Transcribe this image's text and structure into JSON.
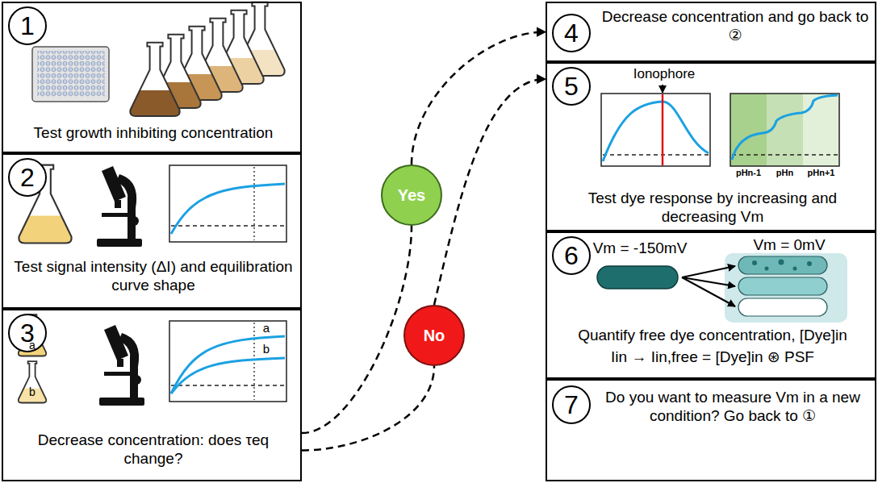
{
  "diagram": {
    "nodes": [
      {
        "text": [
          "1",
          "Test growth inhibiting concentration"
        ]
      },
      {
        "text": [
          "2",
          "Test signal intensity (ΔI) and equilibration curve shape"
        ]
      },
      {
        "text": [
          "3",
          "Decrease concentration: does τeq change?"
        ]
      },
      {
        "text": [
          "Yes"
        ]
      },
      {
        "text": [
          "No"
        ]
      },
      {
        "text": [
          "4",
          "Decrease concentration and go back to ②"
        ]
      },
      {
        "text": [
          "5",
          "Ionophore",
          "Test dye response by increasing and decreasing Vm"
        ]
      },
      {
        "text": [
          "6",
          "Vm = -150mV",
          "Vm = 0mV",
          "Quantify free dye concentration, [Dye]in",
          "Iin → Iin,free = [Dye]in ⊛ PSF"
        ]
      },
      {
        "text": [
          "7",
          "Do you want to measure Vm in a new condition? Go back to ①"
        ]
      }
    ],
    "edges": [
      {
        "from": 2,
        "to": 3,
        "arrow": "none"
      },
      {
        "from": 3,
        "to": 5,
        "arrow": "to"
      },
      {
        "from": 2,
        "to": 4,
        "arrow": "none"
      },
      {
        "from": 4,
        "to": 6,
        "arrow": "to"
      }
    ],
    "labels": [
      "a",
      "b",
      "a",
      "b",
      "pHn-1",
      "pHn",
      "pHn+1"
    ]
  }
}
